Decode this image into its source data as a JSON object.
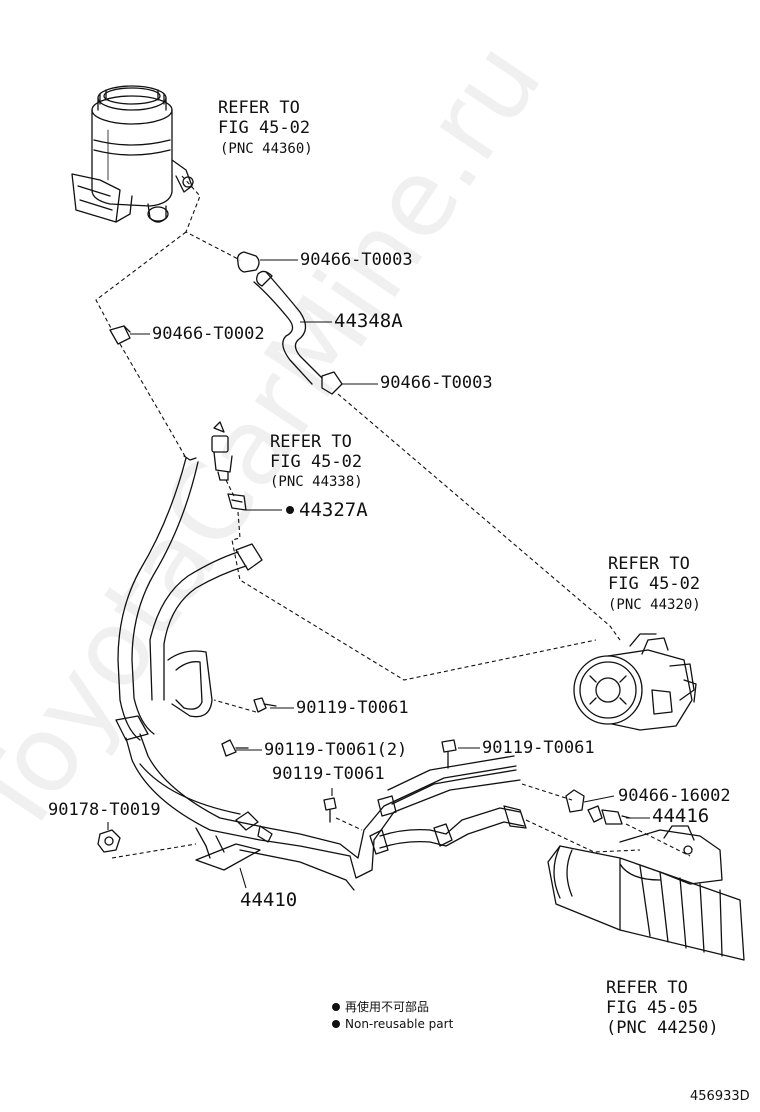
{
  "watermark": "ToyotaCarMine.ru",
  "diagram_id": "456933D",
  "refs": {
    "r1": {
      "l1": "REFER TO",
      "l2": "FIG 45-02",
      "l3": "(PNC 44360)"
    },
    "r2": {
      "l1": "REFER TO",
      "l2": "FIG 45-02",
      "l3": "(PNC 44338)"
    },
    "r3": {
      "l1": "REFER TO",
      "l2": "FIG 45-02",
      "l3": "(PNC 44320)"
    },
    "r4": {
      "l1": "REFER TO",
      "l2": "FIG 45-05",
      "l3": "(PNC 44250)"
    }
  },
  "parts": {
    "p1": "90466-T0003",
    "p2": "44348A",
    "p3": "90466-T0002",
    "p4": "90466-T0003",
    "p5": "44327A",
    "p6": "90119-T0061",
    "p7": "90119-T0061(2)",
    "p8": "90119-T0061",
    "p9": "90119-T0061",
    "p10": "90178-T0019",
    "p11": "90466-16002",
    "p12": "44416",
    "p13": "44410"
  },
  "legend": {
    "jp": "再使用不可部品",
    "en": "Non-reusable part"
  },
  "colors": {
    "ink": "#111111",
    "bg": "#ffffff"
  }
}
